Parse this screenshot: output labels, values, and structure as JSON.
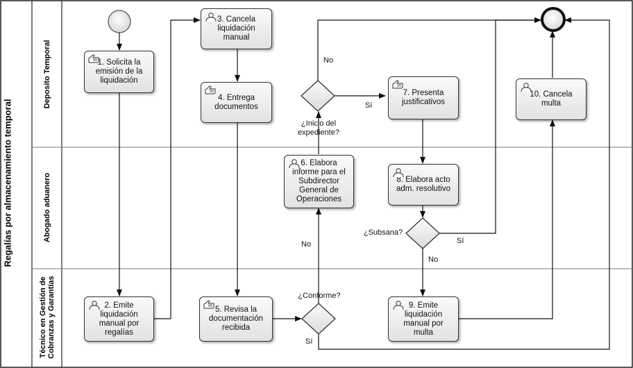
{
  "pool": {
    "title": "Regalías por almacenamiento temporal"
  },
  "lanes": [
    {
      "id": "deposito",
      "title": "Deposito Temporal"
    },
    {
      "id": "abogado",
      "title": "Abogado aduanero"
    },
    {
      "id": "tecnico",
      "title": "Técnico en Gestión de\nCobranzas y Garantías"
    }
  ],
  "tasks": {
    "t1": "1. Solicita la\nemisión de la\nliquidación",
    "t2": "2. Emite\nliquidación\nmanual por\nregalías",
    "t3": "3. Cancela\nliquidación\nmanual",
    "t4": "4. Entrega\ndocumentos",
    "t5": "5. Revisa la\ndocumentación\nrecibida",
    "t6": "6. Elabora\ninforme para el\nSubdirector\nGeneral de\nOperaciones",
    "t7": "7. Presenta\njustificativos",
    "t8": "8. Elabora  acto\nadm. resolutivo",
    "t9": "9. Emite\nliquidación\nmanual por\nmulta",
    "t10": "10. Cancela\nmulta"
  },
  "gateways": {
    "g1": "¿Inicio del\nexpediente?",
    "g2": "¿Subsana?",
    "g3": "¿Conforme?"
  },
  "flow_labels": {
    "g1_no": "No",
    "g1_si": "Sí",
    "g2_si": "Sí",
    "g2_no": "No",
    "g3_no": "No",
    "g3_si": "Sí"
  },
  "icon_names": {
    "manual": "hand-icon",
    "user": "user-icon"
  }
}
